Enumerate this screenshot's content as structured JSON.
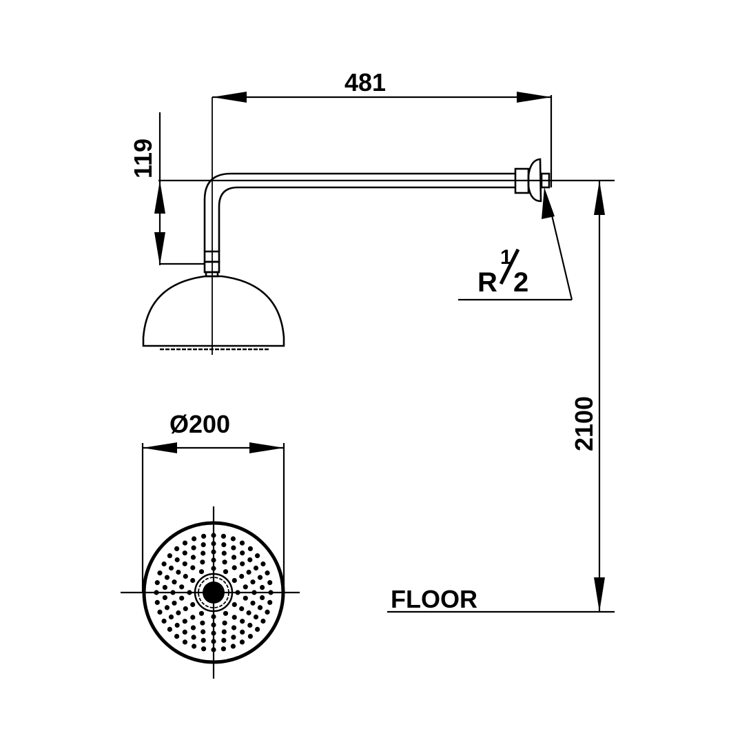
{
  "drawing": {
    "dimensions": {
      "arm_length": "481",
      "drop_height": "119",
      "mount_height": "2100",
      "head_diameter": "Ø200"
    },
    "thread": {
      "letter": "R",
      "numerator": "1",
      "denominator": "2"
    },
    "floor_label": "FLOOR"
  }
}
